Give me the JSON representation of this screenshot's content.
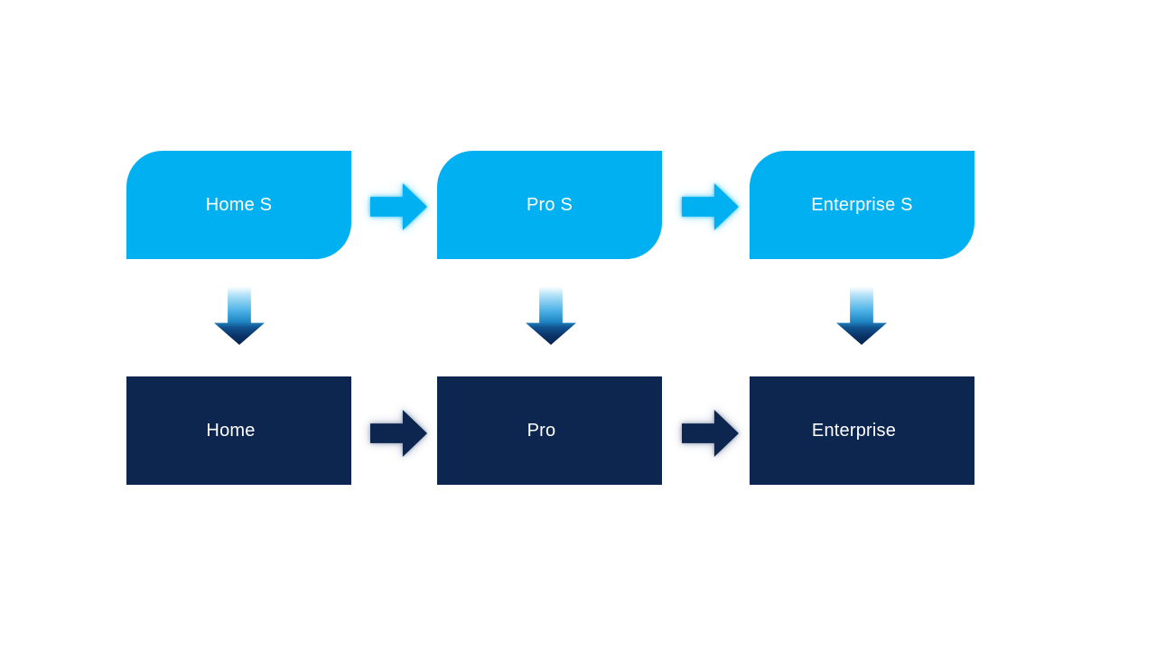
{
  "diagram": {
    "description": "Edition upgrade-path flow diagram with two tiers",
    "columns": [
      {
        "top_label": "Home S",
        "bottom_label": "Home"
      },
      {
        "top_label": "Pro S",
        "bottom_label": "Pro"
      },
      {
        "top_label": "Enterprise S",
        "bottom_label": "Enterprise"
      }
    ],
    "icons": {
      "right_arrow_light": "right-arrow-glow-light-blue",
      "right_arrow_dark": "right-arrow-glow-navy",
      "down_arrow": "down-arrow-blue-gradient"
    }
  },
  "colors": {
    "background": "#FFFFFF",
    "top_box": "#00B0F0",
    "bottom_box": "#0D264F",
    "light_arrow": "#00B0F0",
    "dark_arrow": "#0D264F",
    "down_arrow_top": "#F8FDFF",
    "down_arrow_bottom": "#07234C",
    "label_text": "#FFFFFF"
  }
}
